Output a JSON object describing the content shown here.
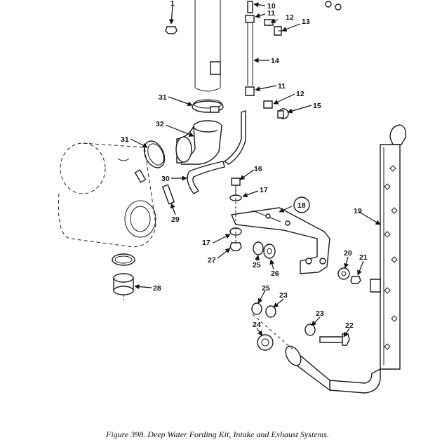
{
  "caption": "Figure 398.  Deep Water Fording Kit, Intake and Exhaust Systems.",
  "callouts": {
    "c1": "1",
    "c10": "10",
    "c11a": "11",
    "c12a": "12",
    "c13": "13",
    "c14": "14",
    "c11b": "11",
    "c12b": "12",
    "c15": "15",
    "c31a": "31",
    "c32": "32",
    "c31b": "31",
    "c30": "30",
    "c29": "29",
    "c16": "16",
    "c17a": "17",
    "c18": "18",
    "c19": "19",
    "c17b": "17",
    "c27": "27",
    "c25a": "25",
    "c26": "26",
    "c20": "20",
    "c21": "21",
    "c28": "28",
    "c25b": "25",
    "c23a": "23",
    "c23b": "23",
    "c24": "24",
    "c22": "22"
  }
}
